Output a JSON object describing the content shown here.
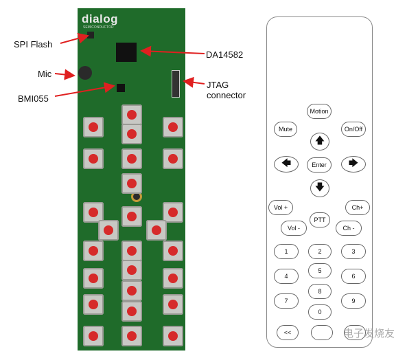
{
  "labels": {
    "spi_flash": "SPI Flash",
    "mic": "Mic",
    "bmi055": "BMI055",
    "da14582": "DA14582",
    "jtag_line1": "JTAG",
    "jtag_line2": "connector"
  },
  "board": {
    "logo": "dialog",
    "logo_sub": "SEMICONDUCTOR",
    "button_color": "#d62a2a",
    "pcb_color": "#1f6b2a"
  },
  "remote": {
    "motion": "Motion",
    "mute": "Mute",
    "onoff": "On/Off",
    "enter": "Enter",
    "vol_plus": "Vol +",
    "vol_minus": "Vol -",
    "ch_plus": "Ch+",
    "ch_minus": "Ch -",
    "ptt": "PTT",
    "n1": "1",
    "n2": "2",
    "n3": "3",
    "n4": "4",
    "n5": "5",
    "n6": "6",
    "n7": "7",
    "n8": "8",
    "n9": "9",
    "n0": "0",
    "rewind": "<<",
    "watermark": "电子发烧友"
  }
}
